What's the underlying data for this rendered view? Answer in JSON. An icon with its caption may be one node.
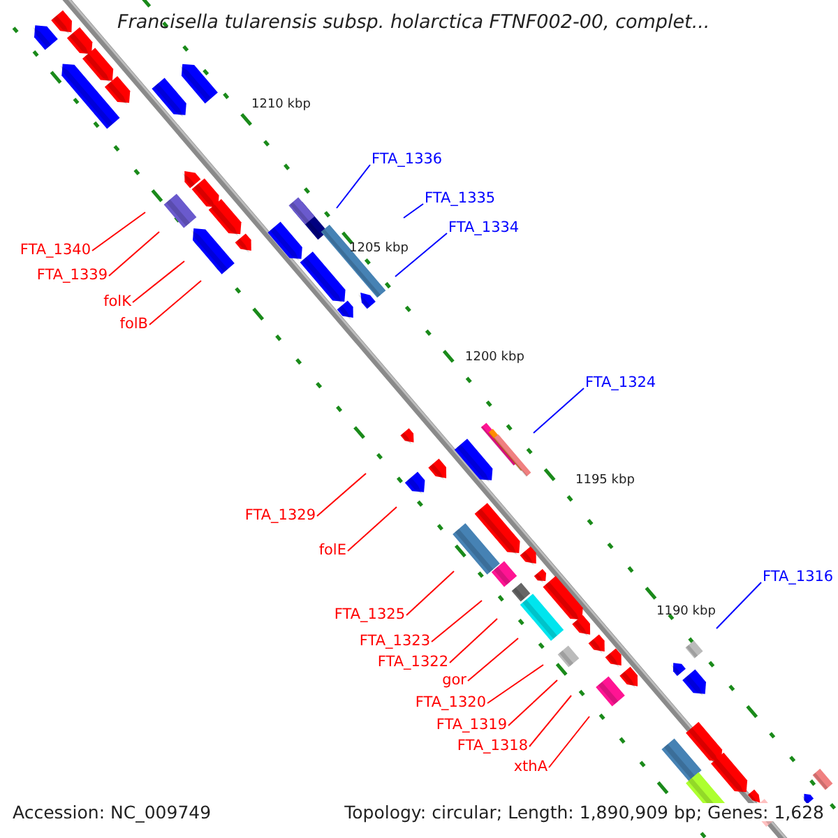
{
  "diagram": {
    "title": "Francisella tularensis subsp. holarctica FTNF002-00, complet...",
    "nodes": [
      {
        "text": [
          "FTA_1336"
        ]
      },
      {
        "text": [
          "FTA_1335"
        ]
      },
      {
        "text": [
          "FTA_1334"
        ]
      },
      {
        "text": [
          "FTA_1340"
        ]
      },
      {
        "text": [
          "FTA_1339"
        ]
      },
      {
        "text": [
          "folK"
        ]
      },
      {
        "text": [
          "folB"
        ]
      },
      {
        "text": [
          "FTA_1324"
        ]
      },
      {
        "text": [
          "FTA_1329"
        ]
      },
      {
        "text": [
          "folE"
        ]
      },
      {
        "text": [
          "FTA_1316"
        ]
      },
      {
        "text": [
          "FTA_1325"
        ]
      },
      {
        "text": [
          "FTA_1323"
        ]
      },
      {
        "text": [
          "FTA_1322"
        ]
      },
      {
        "text": [
          "gor"
        ]
      },
      {
        "text": [
          "FTA_1320"
        ]
      },
      {
        "text": [
          "FTA_1319"
        ]
      },
      {
        "text": [
          "FTA_1318"
        ]
      },
      {
        "text": [
          "xthA"
        ]
      }
    ],
    "edges": [
      {
        "from": 0,
        "to": null,
        "arrow": "none",
        "color": "#0000ff"
      },
      {
        "from": 1,
        "to": null,
        "arrow": "none",
        "color": "#0000ff"
      },
      {
        "from": 2,
        "to": null,
        "arrow": "none",
        "color": "#0000ff"
      },
      {
        "from": 3,
        "to": null,
        "arrow": "none"
      },
      {
        "from": 4,
        "to": null,
        "arrow": "none"
      },
      {
        "from": 5,
        "to": null,
        "arrow": "none"
      },
      {
        "from": 6,
        "to": null,
        "arrow": "none"
      },
      {
        "from": 7,
        "to": null,
        "arrow": "none",
        "color": "#0000ff"
      },
      {
        "from": 8,
        "to": null,
        "arrow": "none"
      },
      {
        "from": 9,
        "to": null,
        "arrow": "none"
      },
      {
        "from": 10,
        "to": null,
        "arrow": "none",
        "color": "#0000ff"
      },
      {
        "from": 11,
        "to": null,
        "arrow": "none"
      },
      {
        "from": 12,
        "to": null,
        "arrow": "none"
      },
      {
        "from": 13,
        "to": null,
        "arrow": "none"
      },
      {
        "from": 14,
        "to": null,
        "arrow": "none"
      },
      {
        "from": 15,
        "to": null,
        "arrow": "none"
      },
      {
        "from": 16,
        "to": null,
        "arrow": "none"
      },
      {
        "from": 17,
        "to": null,
        "arrow": "none"
      },
      {
        "from": 18,
        "to": null,
        "arrow": "none"
      }
    ],
    "labels": [
      "1210 kbp",
      "1205 kbp",
      "1200 kbp",
      "1195 kbp",
      "1190 kbp",
      "Accession: NC_009749",
      "Topology: circular; Length: 1,890,909 bp; Genes: 1,628"
    ]
  }
}
